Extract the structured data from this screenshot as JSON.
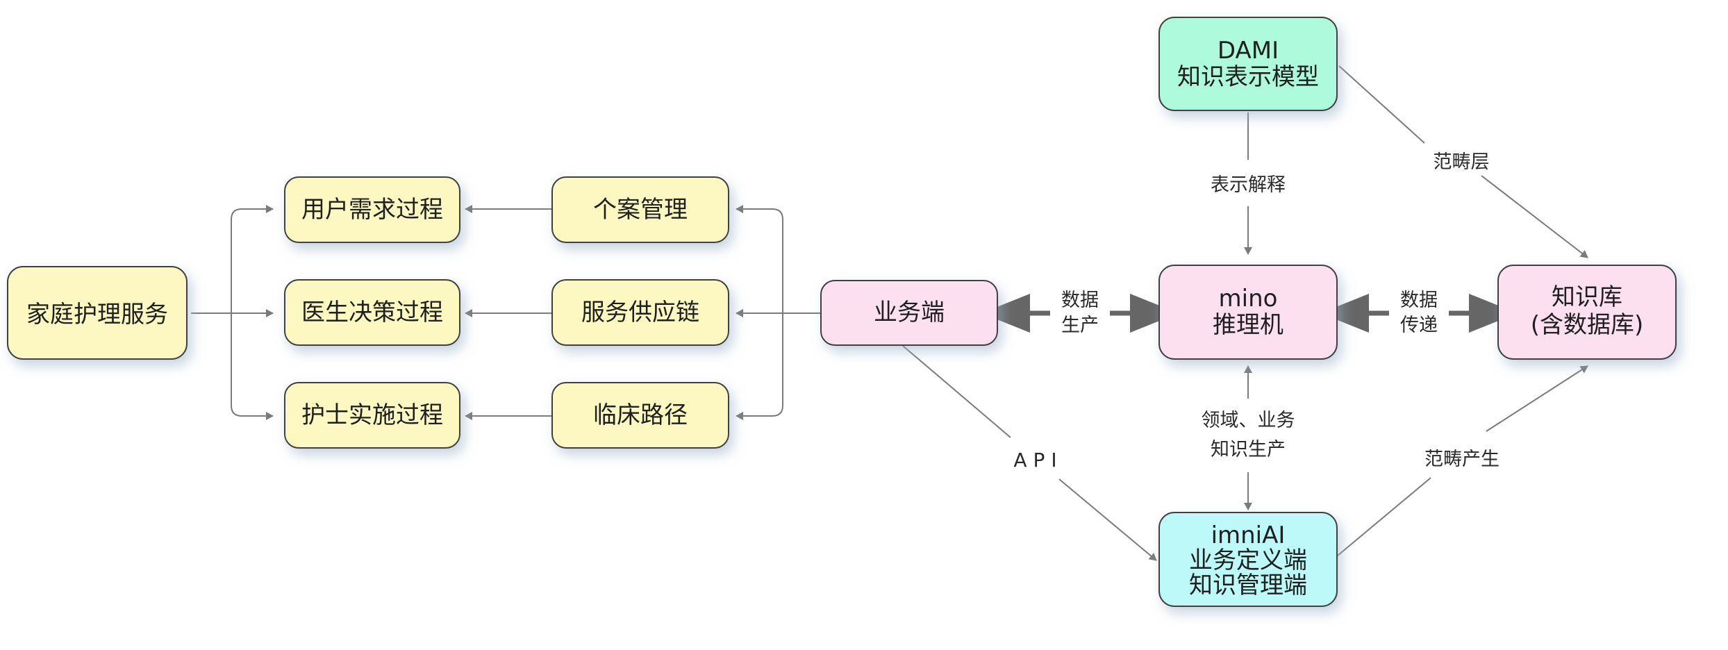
{
  "colors": {
    "yellow": "#fdf8c2",
    "pink": "#fce0f0",
    "green": "#aefadd",
    "cyan": "#bdf9f9",
    "stroke": "#3f3f3f",
    "line": "#7a7a7a",
    "thick_arrow": "#666666"
  },
  "nodes": {
    "home_care": {
      "lines": [
        "家庭护理服务"
      ]
    },
    "user_needs": {
      "lines": [
        "用户需求过程"
      ]
    },
    "doctor_decision": {
      "lines": [
        "医生决策过程"
      ]
    },
    "nurse_implementation": {
      "lines": [
        "护士实施过程"
      ]
    },
    "case_management": {
      "lines": [
        "个案管理"
      ]
    },
    "service_supply_chain": {
      "lines": [
        "服务供应链"
      ]
    },
    "clinical_pathway": {
      "lines": [
        "临床路径"
      ]
    },
    "business_end": {
      "lines": [
        "业务端"
      ]
    },
    "dami": {
      "lines": [
        "DAMI",
        "知识表示模型"
      ]
    },
    "mino": {
      "lines": [
        "mino",
        "推理机"
      ]
    },
    "knowledge_base": {
      "lines": [
        "知识库",
        "(含数据库)"
      ]
    },
    "imniai": {
      "lines": [
        "imniAI",
        "业务定义端",
        "知识管理端"
      ]
    }
  },
  "edge_labels": {
    "data_production": [
      "数据",
      "生产"
    ],
    "data_transfer": [
      "数据",
      "传递"
    ],
    "representation_interpretation": [
      "表示解释"
    ],
    "category_layer": [
      "范畴层"
    ],
    "domain_business_knowledge": [
      "领域、业务",
      "知识生产"
    ],
    "category_generation": [
      "范畴产生"
    ],
    "api": [
      "API"
    ]
  }
}
